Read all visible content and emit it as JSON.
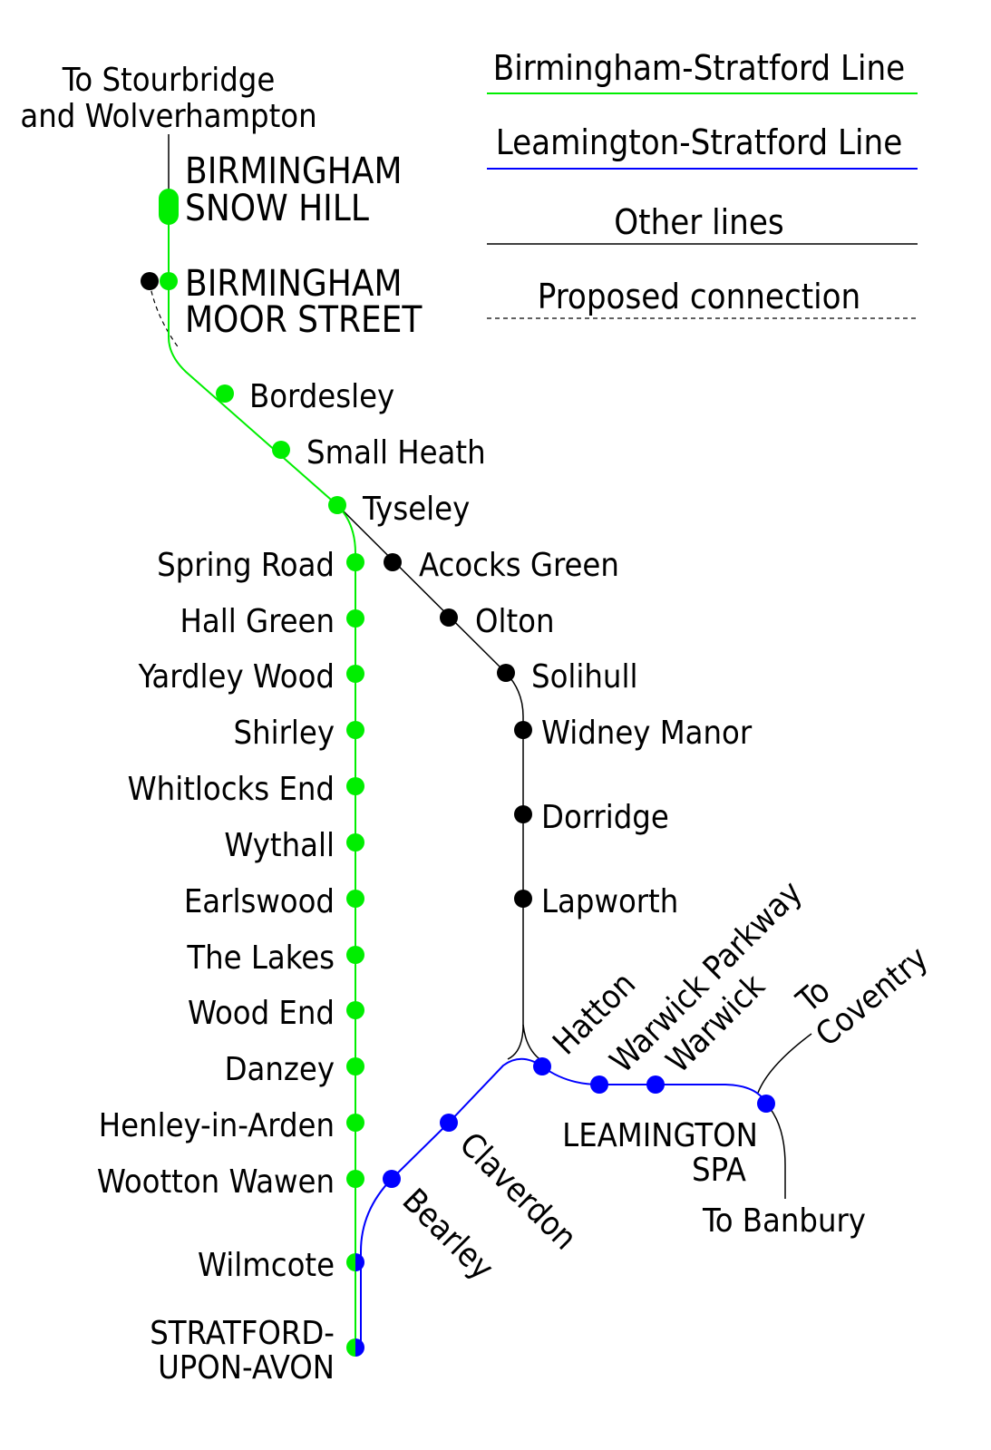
{
  "colors": {
    "birmingham_stratford_line": "#00ee00",
    "leamington_stratford_line": "#0000ff",
    "other_lines": "#000000",
    "proposed_connection": "#000000",
    "background": "#ffffff"
  },
  "legend": {
    "birmingham_stratford": "Birmingham-Stratford Line",
    "leamington_stratford": "Leamington-Stratford Line",
    "other": "Other lines",
    "proposed": "Proposed connection"
  },
  "destinations": {
    "stourbridge_line1": "To Stourbridge",
    "stourbridge_line2": "and Wolverhampton",
    "coventry_line1": "To",
    "coventry_line2": "Coventry",
    "banbury": "To Banbury"
  },
  "stations": {
    "snow_hill_1": "BIRMINGHAM",
    "snow_hill_2": "SNOW HILL",
    "moor_street_1": "BIRMINGHAM",
    "moor_street_2": "MOOR STREET",
    "bordesley": "Bordesley",
    "small_heath": "Small Heath",
    "tyseley": "Tyseley",
    "spring_road": "Spring Road",
    "hall_green": "Hall Green",
    "yardley_wood": "Yardley Wood",
    "shirley": "Shirley",
    "whitlocks_end": "Whitlocks End",
    "wythall": "Wythall",
    "earlswood": "Earlswood",
    "the_lakes": "The Lakes",
    "wood_end": "Wood End",
    "danzey": "Danzey",
    "henley_in_arden": "Henley-in-Arden",
    "wootton_wawen": "Wootton Wawen",
    "wilmcote": "Wilmcote",
    "stratford_1": "STRATFORD-",
    "stratford_2": "UPON-AVON",
    "acocks_green": "Acocks Green",
    "olton": "Olton",
    "solihull": "Solihull",
    "widney_manor": "Widney Manor",
    "dorridge": "Dorridge",
    "lapworth": "Lapworth",
    "hatton": "Hatton",
    "warwick_parkway": "Warwick Parkway",
    "warwick": "Warwick",
    "leamington_1": "LEAMINGTON",
    "leamington_2": "SPA",
    "claverdon": "Claverdon",
    "bearley": "Bearley"
  }
}
